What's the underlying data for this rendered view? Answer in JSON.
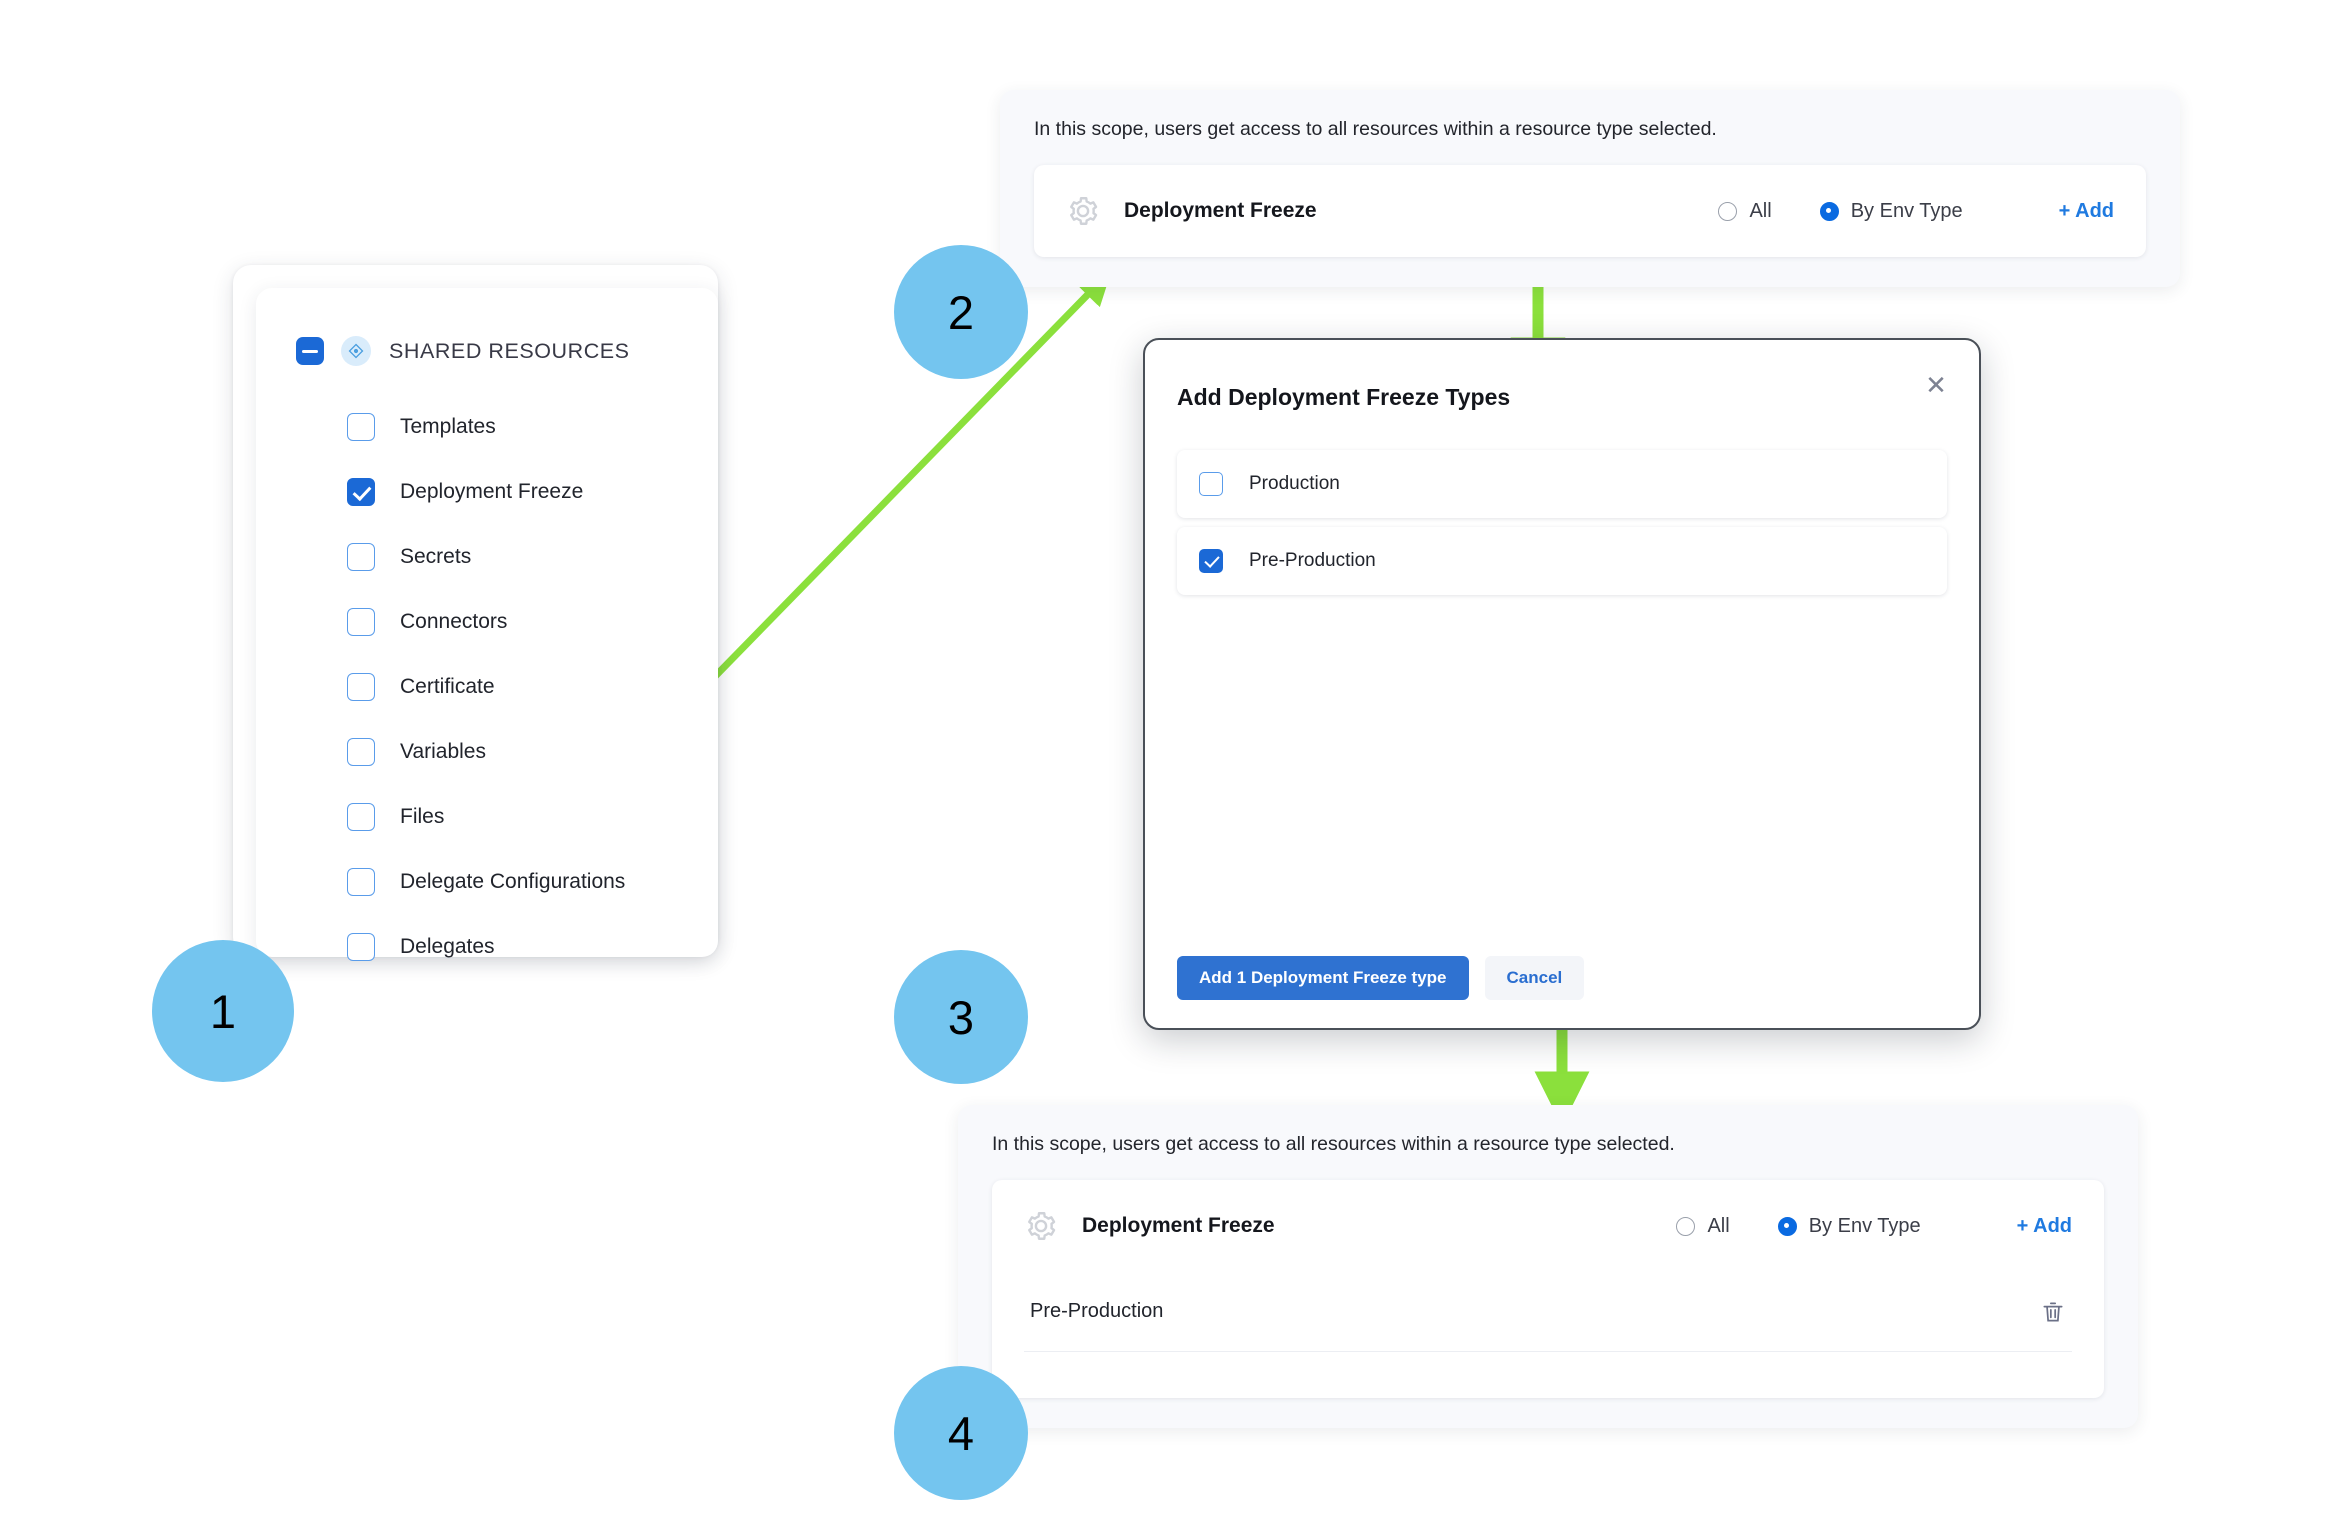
{
  "tree": {
    "header": {
      "label": "SHARED RESOURCES",
      "checkbox_state": "indeterminate",
      "icon": "diamond-badge-icon"
    },
    "items": [
      {
        "label": "Templates",
        "checked": false
      },
      {
        "label": "Deployment Freeze",
        "checked": true
      },
      {
        "label": "Secrets",
        "checked": false
      },
      {
        "label": "Connectors",
        "checked": false
      },
      {
        "label": "Certificate",
        "checked": false
      },
      {
        "label": "Variables",
        "checked": false
      },
      {
        "label": "Files",
        "checked": false
      },
      {
        "label": "Delegate Configurations",
        "checked": false
      },
      {
        "label": "Delegates",
        "checked": false
      }
    ]
  },
  "panel_top": {
    "note": "In this scope, users get access to all resources within a resource type selected.",
    "resource_name": "Deployment Freeze",
    "resource_icon": "gear-icon",
    "radios": [
      {
        "label": "All",
        "selected": false
      },
      {
        "label": "By Env Type",
        "selected": true
      }
    ],
    "add_link": "+ Add",
    "env_rows": []
  },
  "panel_bottom": {
    "note": "In this scope, users get access to all resources within a resource type selected.",
    "resource_name": "Deployment Freeze",
    "resource_icon": "gear-icon",
    "radios": [
      {
        "label": "All",
        "selected": false
      },
      {
        "label": "By Env Type",
        "selected": true
      }
    ],
    "add_link": "+ Add",
    "env_rows": [
      {
        "label": "Pre-Production",
        "delete_icon": "trash-icon"
      }
    ]
  },
  "modal": {
    "title": "Add Deployment Freeze Types",
    "close_icon": "close-icon",
    "items": [
      {
        "label": "Production",
        "checked": false
      },
      {
        "label": "Pre-Production",
        "checked": true
      }
    ],
    "primary_button": "Add 1 Deployment Freeze type",
    "secondary_button": "Cancel"
  },
  "steps": [
    {
      "number": "1"
    },
    {
      "number": "2"
    },
    {
      "number": "3"
    },
    {
      "number": "4"
    }
  ],
  "colors": {
    "accent_blue": "#1b69d6",
    "link_blue": "#1f7ae0",
    "bubble_blue": "#74c5ef",
    "arrow_green": "#8be03c",
    "panel_bg": "#f8f9fc",
    "modal_border": "#4a5058"
  }
}
